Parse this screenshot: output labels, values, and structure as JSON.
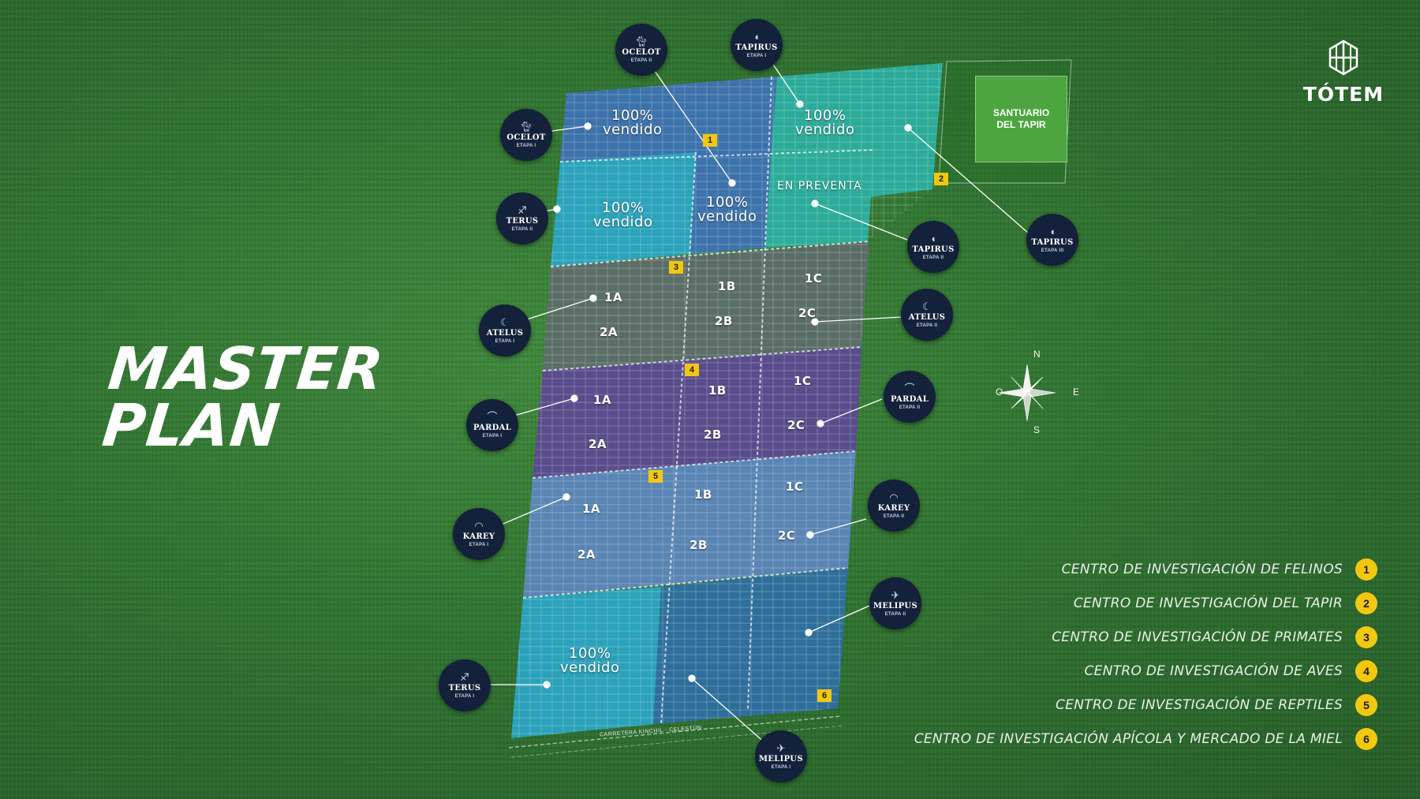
{
  "title": {
    "line1": "MASTER",
    "line2": "PLAN"
  },
  "brand": {
    "name": "TÓTEM"
  },
  "sanctuary": {
    "line1": "SANTUARIO",
    "line2": "DEL TAPIR"
  },
  "road": "CARRETERA KINCHIL - CELESTÚN",
  "compass": {
    "n": "N",
    "s": "S",
    "e": "E",
    "w": "O"
  },
  "blocks": {
    "sold_label": "100%",
    "sold_sub": "vendido",
    "preventa": "EN PREVENTA",
    "sections": [
      "1A",
      "2A",
      "1B",
      "2B",
      "1C",
      "2C"
    ]
  },
  "badges": [
    {
      "name": "OCELOT",
      "stage": "ETAPA II",
      "icon": "cat-icon"
    },
    {
      "name": "TAPIRUS",
      "stage": "ETAPA I",
      "icon": "tapir-icon"
    },
    {
      "name": "OCELOT",
      "stage": "ETAPA I",
      "icon": "cat-icon"
    },
    {
      "name": "TERUS",
      "stage": "ETAPA II",
      "icon": "bird-icon"
    },
    {
      "name": "TAPIRUS",
      "stage": "ETAPA II",
      "icon": "tapir-icon"
    },
    {
      "name": "TAPIRUS",
      "stage": "ETAPA III",
      "icon": "tapir-icon"
    },
    {
      "name": "ATELUS",
      "stage": "ETAPA II",
      "icon": "monkey-icon"
    },
    {
      "name": "ATELUS",
      "stage": "ETAPA I",
      "icon": "monkey-icon"
    },
    {
      "name": "PARDAL",
      "stage": "ETAPA II",
      "icon": "sparrow-icon"
    },
    {
      "name": "PARDAL",
      "stage": "ETAPA I",
      "icon": "sparrow-icon"
    },
    {
      "name": "KAREY",
      "stage": "ETAPA II",
      "icon": "turtle-icon"
    },
    {
      "name": "KAREY",
      "stage": "ETAPA I",
      "icon": "turtle-icon"
    },
    {
      "name": "MELIPUS",
      "stage": "ETAPA II",
      "icon": "bee-icon"
    },
    {
      "name": "TERUS",
      "stage": "ETAPA I",
      "icon": "bird-icon"
    },
    {
      "name": "MELIPUS",
      "stage": "ETAPA I",
      "icon": "bee-icon"
    }
  ],
  "legend": [
    {
      "num": "1",
      "text": "CENTRO DE INVESTIGACIÓN DE FELINOS"
    },
    {
      "num": "2",
      "text": "CENTRO DE INVESTIGACIÓN DEL TAPIR"
    },
    {
      "num": "3",
      "text": "CENTRO DE INVESTIGACIÓN DE PRIMATES"
    },
    {
      "num": "4",
      "text": "CENTRO DE INVESTIGACIÓN DE AVES"
    },
    {
      "num": "5",
      "text": "CENTRO DE INVESTIGACIÓN DE REPTILES"
    },
    {
      "num": "6",
      "text": "CENTRO DE INVESTIGACIÓN APÍCOLA Y MERCADO DE LA MIEL"
    }
  ],
  "colors": {
    "ocelot_block": "#3e72b5",
    "tapirus_block": "#2bb0a3",
    "terus_block": "#2aa6c6",
    "atelus_block": "#5d6b6a",
    "pardal_block": "#5b4a8f",
    "karey_block": "#5d87bf",
    "melipus_block": "#2f6fa4",
    "badge_bg": "#13213a",
    "marker_yellow": "#f2c80f"
  }
}
